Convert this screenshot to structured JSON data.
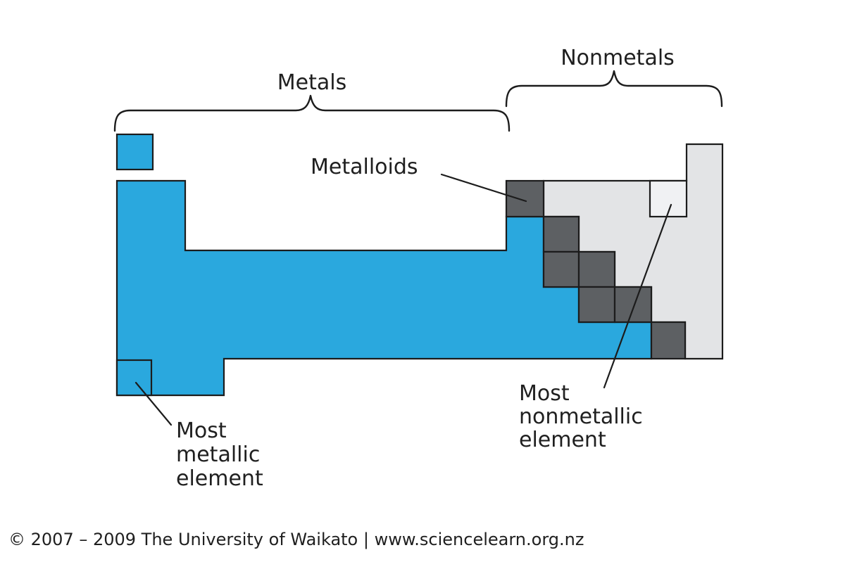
{
  "diagram": {
    "labels": {
      "metals": "Metals",
      "nonmetals": "Nonmetals",
      "metalloids": "Metalloids",
      "most_metallic": "Most\nmetallic\nelement",
      "most_nonmetallic": "Most\nnonmetallic\nelement"
    },
    "regions": [
      {
        "name": "Metals",
        "color_key": "metals_fill"
      },
      {
        "name": "Nonmetals",
        "color_key": "nonmetals_fill"
      },
      {
        "name": "Metalloids",
        "color_key": "metalloids_fill"
      }
    ]
  },
  "footer": {
    "copyright": "© 2007 – 2009 The University of Waikato | www.sciencelearn.org.nz"
  },
  "colors": {
    "metals_fill": "#2AA8DE",
    "nonmetals_fill": "#E3E4E6",
    "metalloids_fill": "#5D6063",
    "highlight_fill": "#F0F1F3",
    "outline": "#1C1C1C",
    "text": "#1F1F1F",
    "background": "#FFFFFF"
  }
}
